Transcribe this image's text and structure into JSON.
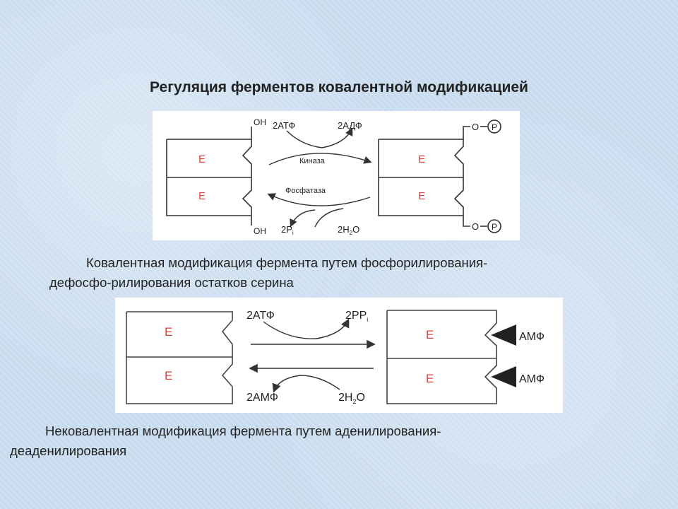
{
  "title": "Регуляция ферментов ковалентной модификацией",
  "diagram1": {
    "enzyme": "E",
    "oh": "OH",
    "phospho_group": "O",
    "phospho_p": "P",
    "atp": "2АТФ",
    "adp": "2АДФ",
    "kinase": "Киназа",
    "phosphatase": "Фосфатаза",
    "pi": "2P",
    "pi_sub": "i",
    "water": "2H",
    "water_sub": "2",
    "water_o": "O"
  },
  "caption1": {
    "line1": "Ковалентная модификация фермента путем фосфорилирования-",
    "line2": "дефосфо-рилирования остатков серина"
  },
  "diagram2": {
    "enzyme": "E",
    "atp": "2АТФ",
    "ppi": "2PP",
    "ppi_sub": "i",
    "amp_out": "2АМФ",
    "water": "2H",
    "water_sub": "2",
    "water_o": "O",
    "amp": "АМФ"
  },
  "caption2": {
    "line1": "Нековалентная модификация фермента путем аденилирования-",
    "line2": "деаденилирования"
  },
  "colors": {
    "enzyme_label": "#e0413a",
    "line": "#333333"
  }
}
